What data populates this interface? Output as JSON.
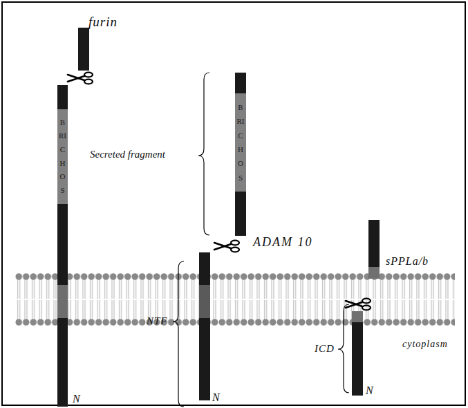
{
  "diagram": {
    "nodes": [
      {
        "text": [
          "BRICHOS"
        ]
      },
      {
        "text": [
          "BRICHOS"
        ]
      }
    ],
    "labels": [
      "furin",
      "Secreted fragment",
      "ADAM 10",
      "sPPLa/b",
      "NTF",
      "cytoplasm",
      "ICD",
      "N",
      "N",
      "N"
    ]
  }
}
